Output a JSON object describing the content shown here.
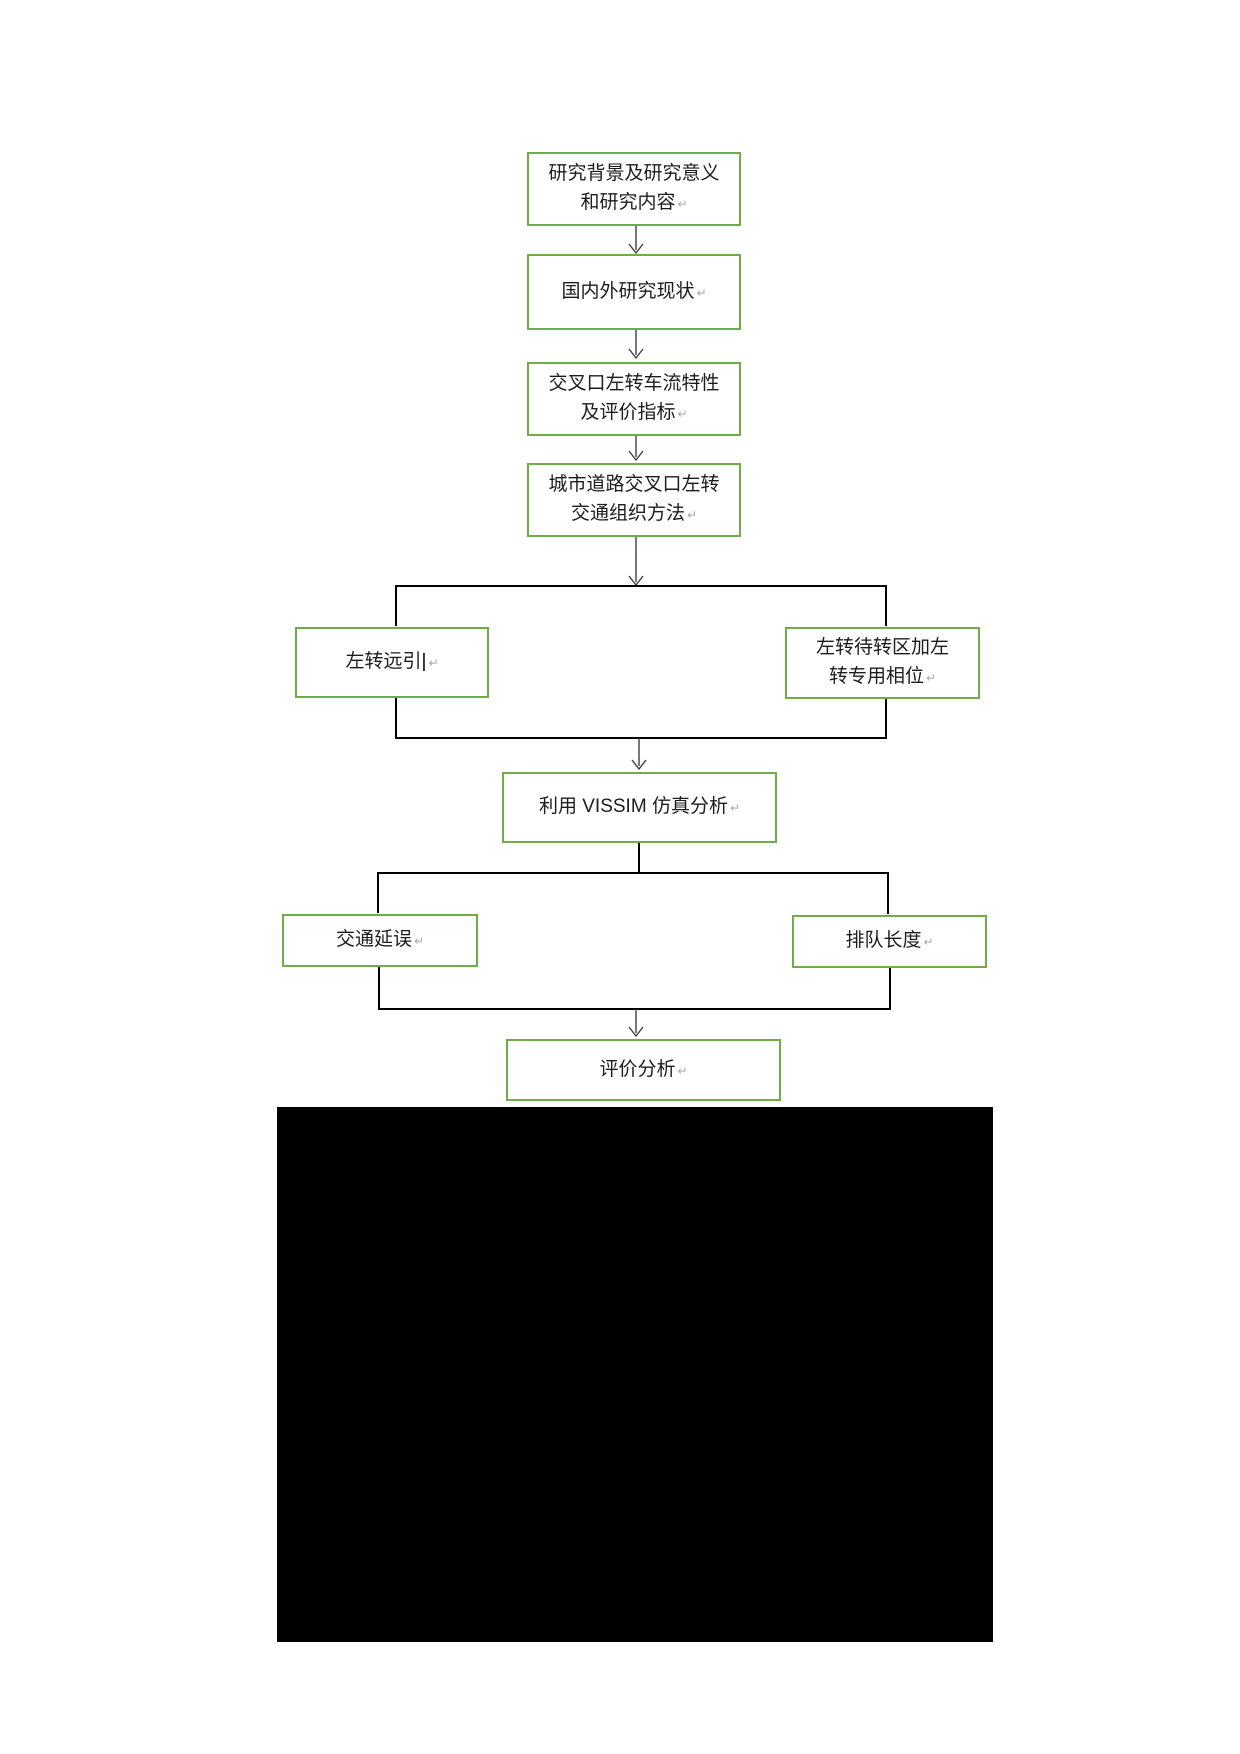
{
  "page": {
    "background": "#ffffff"
  },
  "colors": {
    "node_border": "#70ad47",
    "node_background": "#ffffff",
    "branch_line": "#000000",
    "arrow_line": "#3f3f3f",
    "text": "#1c1c1c",
    "paragraph_mark": "#a8a8a8",
    "image_block": "#000000"
  },
  "marks": {
    "return": "↵",
    "caret": "|"
  },
  "nodes": {
    "research_background": {
      "line1": "研究背景及研究意义",
      "line2": "和研究内容"
    },
    "research_status": {
      "line1": "国内外研究现状"
    },
    "flow_characteristics": {
      "line1": "交叉口左转车流特性",
      "line2": "及评价指标"
    },
    "organization_methods": {
      "line1": "城市道路交叉口左转",
      "line2": "交通组织方法"
    },
    "left_turn_guidance": {
      "line1": "左转远引"
    },
    "waiting_zone_phase": {
      "line1": "左转待转区加左",
      "line2": "转专用相位"
    },
    "vissim_simulation": {
      "line1": "利用 VISSIM 仿真分析"
    },
    "traffic_delay": {
      "line1": "交通延误"
    },
    "queue_length": {
      "line1": "排队长度"
    },
    "evaluation_analysis": {
      "line1": "评价分析"
    }
  }
}
